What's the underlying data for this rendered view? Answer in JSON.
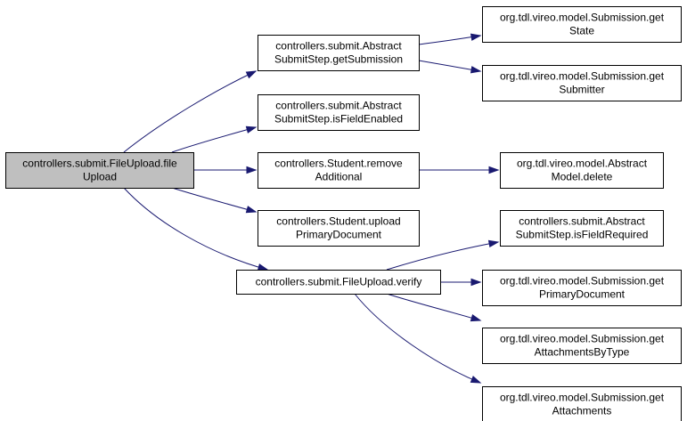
{
  "colors": {
    "edge": "#191970",
    "root_fill": "#bfbfbf",
    "node_fill": "#ffffff",
    "node_border": "#000000"
  },
  "nodes": [
    {
      "id": "fileUpload",
      "lines": [
        "controllers.submit.FileUpload.file",
        "Upload"
      ],
      "root": true
    },
    {
      "id": "getSubmission",
      "lines": [
        "controllers.submit.Abstract",
        "SubmitStep.getSubmission"
      ]
    },
    {
      "id": "isFieldEnabled",
      "lines": [
        "controllers.submit.Abstract",
        "SubmitStep.isFieldEnabled"
      ]
    },
    {
      "id": "removeAdditional",
      "lines": [
        "controllers.Student.remove",
        "Additional"
      ]
    },
    {
      "id": "uploadPrimary",
      "lines": [
        "controllers.Student.upload",
        "PrimaryDocument"
      ]
    },
    {
      "id": "verify",
      "lines": [
        "controllers.submit.FileUpload.verify"
      ]
    },
    {
      "id": "getState",
      "lines": [
        "org.tdl.vireo.model.Submission.get",
        "State"
      ]
    },
    {
      "id": "getSubmitter",
      "lines": [
        "org.tdl.vireo.model.Submission.get",
        "Submitter"
      ]
    },
    {
      "id": "delete",
      "lines": [
        "org.tdl.vireo.model.Abstract",
        "Model.delete"
      ]
    },
    {
      "id": "isFieldRequired",
      "lines": [
        "controllers.submit.Abstract",
        "SubmitStep.isFieldRequired"
      ]
    },
    {
      "id": "getPrimaryDocument",
      "lines": [
        "org.tdl.vireo.model.Submission.get",
        "PrimaryDocument"
      ]
    },
    {
      "id": "getAttachmentsByType",
      "lines": [
        "org.tdl.vireo.model.Submission.get",
        "AttachmentsByType"
      ]
    },
    {
      "id": "getAttachments",
      "lines": [
        "org.tdl.vireo.model.Submission.get",
        "Attachments"
      ]
    }
  ],
  "edges": [
    {
      "from": "fileUpload",
      "to": "getSubmission"
    },
    {
      "from": "fileUpload",
      "to": "isFieldEnabled"
    },
    {
      "from": "fileUpload",
      "to": "removeAdditional"
    },
    {
      "from": "fileUpload",
      "to": "uploadPrimary"
    },
    {
      "from": "fileUpload",
      "to": "verify"
    },
    {
      "from": "getSubmission",
      "to": "getState"
    },
    {
      "from": "getSubmission",
      "to": "getSubmitter"
    },
    {
      "from": "removeAdditional",
      "to": "delete"
    },
    {
      "from": "verify",
      "to": "isFieldRequired"
    },
    {
      "from": "verify",
      "to": "getPrimaryDocument"
    },
    {
      "from": "verify",
      "to": "getAttachmentsByType"
    },
    {
      "from": "verify",
      "to": "getAttachments"
    }
  ]
}
